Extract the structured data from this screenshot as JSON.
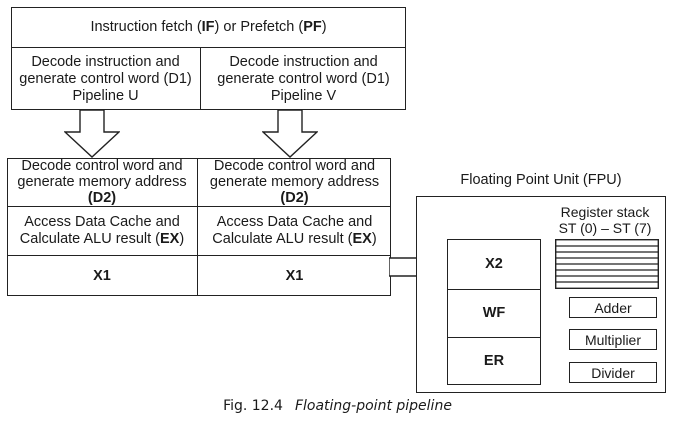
{
  "top": {
    "fetch_text": "Instruction fetch (",
    "fetch_if": "IF",
    "fetch_mid": ") or Prefetch (",
    "fetch_pf": "PF",
    "fetch_end": ")"
  },
  "decode1": {
    "u_line1": "Decode instruction and",
    "u_line2": "generate control word (D1)",
    "u_line3": "Pipeline U",
    "v_line1": "Decode instruction and",
    "v_line2": "generate control word (D1)",
    "v_line3": "Pipeline V"
  },
  "decode2": {
    "line1": "Decode control word and",
    "line2": "generate memory address",
    "code": "(D2)"
  },
  "execute": {
    "line1": "Access Data Cache and",
    "line2_pre": "Calculate  ALU result  (",
    "code": "EX",
    "line2_post": ")"
  },
  "x1": {
    "u": "X1",
    "v": "X1"
  },
  "fpu": {
    "title": "Floating Point Unit (FPU)",
    "stages": [
      "X2",
      "WF",
      "ER"
    ],
    "register_stack_line1": "Register stack",
    "register_stack_line2": "ST (0) – ST (7)",
    "units": [
      "Adder",
      "Multiplier",
      "Divider"
    ]
  },
  "caption": {
    "fig": "Fig. 12.4",
    "title": "Floating-point pipeline"
  }
}
